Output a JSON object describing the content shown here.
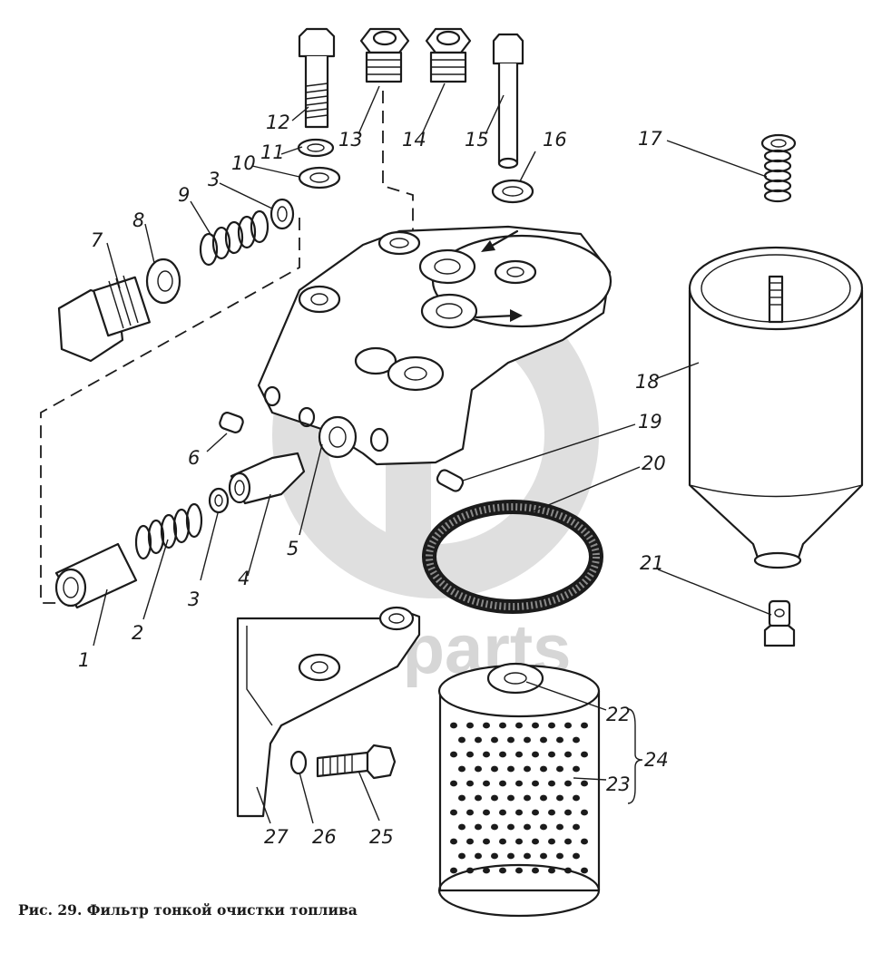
{
  "caption": "Рис. 29. Фильтр тонкой очистки топлива",
  "watermark": "data-parts",
  "callouts": {
    "c1": "1",
    "c2": "2",
    "c3a": "3",
    "c3b": "3",
    "c4": "4",
    "c5": "5",
    "c6": "6",
    "c7": "7",
    "c8": "8",
    "c9": "9",
    "c10": "10",
    "c11": "11",
    "c12": "12",
    "c13": "13",
    "c14": "14",
    "c15": "15",
    "c16": "16",
    "c17": "17",
    "c18": "18",
    "c19": "19",
    "c20": "20",
    "c21": "21",
    "c22": "22",
    "c23": "23",
    "c24": "24",
    "c25": "25",
    "c26": "26",
    "c27": "27"
  },
  "colors": {
    "ink": "#1b1b1b",
    "watermark": "#d6d6d6",
    "paper": "#ffffff"
  }
}
